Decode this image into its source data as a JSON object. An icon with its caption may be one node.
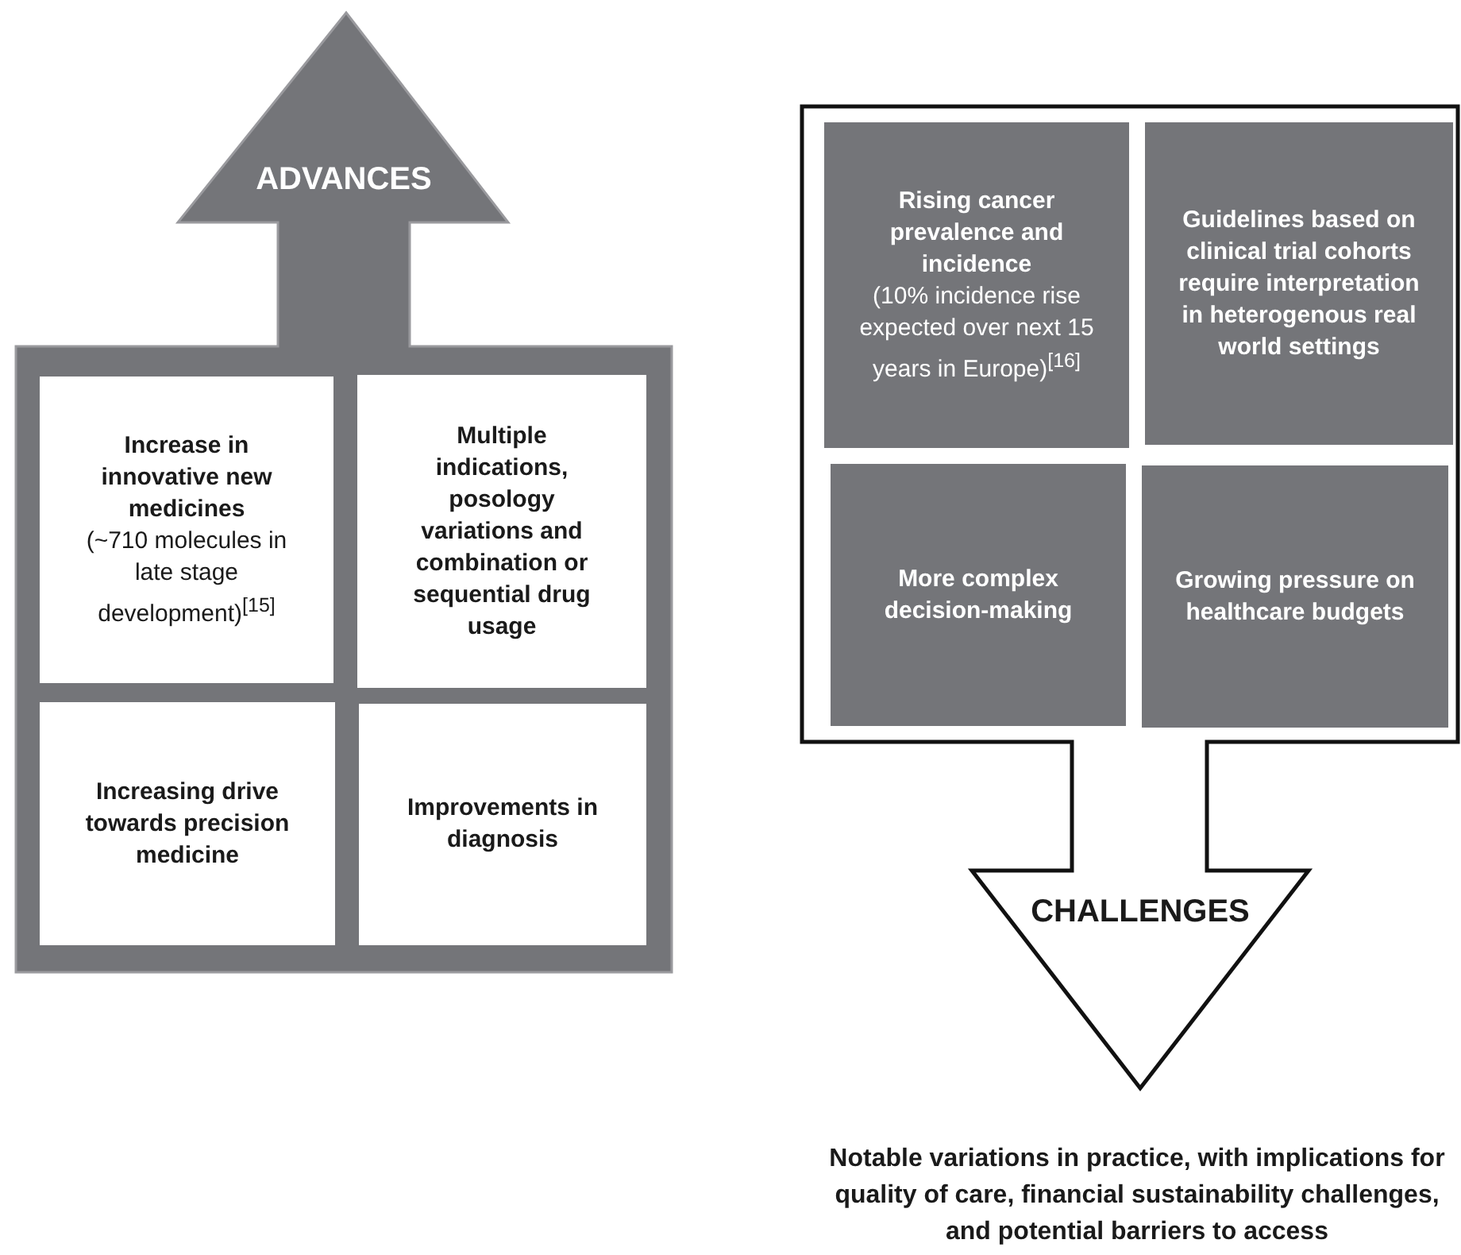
{
  "diagram": {
    "nodes": [
      {
        "text": [
          "ADVANCES"
        ]
      },
      {
        "text": [
          "Increase in innovative new medicines",
          "(~710 molecules in late stage development)$^{[15]}$"
        ],
        "in": 0
      },
      {
        "text": [
          "Multiple indications, posology variations and combination or sequential drug usage"
        ],
        "in": 0
      },
      {
        "text": [
          "Increasing drive towards precision medicine"
        ],
        "in": 0
      },
      {
        "text": [
          "Improvements in diagnosis"
        ],
        "in": 0
      },
      {
        "text": [
          "CHALLENGES"
        ]
      },
      {
        "text": [
          "Rising cancer prevalence and incidence",
          "(10% incidence rise expected over next 15 years in Europe)$^{[16]}$"
        ],
        "in": 5
      },
      {
        "text": [
          "Guidelines based on clinical trial cohorts require interpretation in heterogenous real world settings"
        ],
        "in": 5
      },
      {
        "text": [
          "More complex decision-making"
        ],
        "in": 5
      },
      {
        "text": [
          "Growing pressure on healthcare budgets"
        ],
        "in": 5
      }
    ],
    "labels": [
      "Notable variations in practice, with implications for quality of care, financial sustainability challenges, and potential barriers to access"
    ]
  }
}
